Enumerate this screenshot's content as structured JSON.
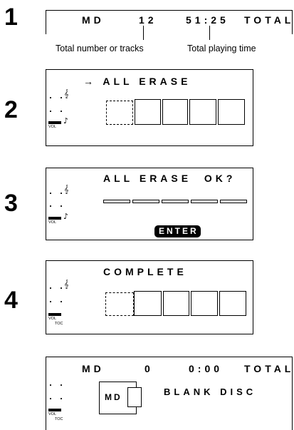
{
  "steps": [
    "1",
    "2",
    "3",
    "4"
  ],
  "step1": {
    "display": {
      "md": "MD",
      "tracks": "12",
      "time": "51:25",
      "total": "TOTAL"
    },
    "captions": {
      "tracks": "Total number or tracks",
      "time": "Total playing time"
    }
  },
  "step2": {
    "text": "→ ALL ERASE"
  },
  "step3": {
    "text": "ALL ERASE  OK?",
    "button": "ENTER"
  },
  "step4": {
    "text": "COMPLETE"
  },
  "step5": {
    "display": {
      "md": "MD",
      "tracks": "0",
      "time": "0:00",
      "total": "TOTAL"
    },
    "md_label": "MD",
    "message": "BLANK DISC"
  },
  "indicators": {
    "vol": "VOL",
    "toc": "TOC",
    "note_icon": "music-note-icon",
    "clef_icon": "clef-icon"
  }
}
